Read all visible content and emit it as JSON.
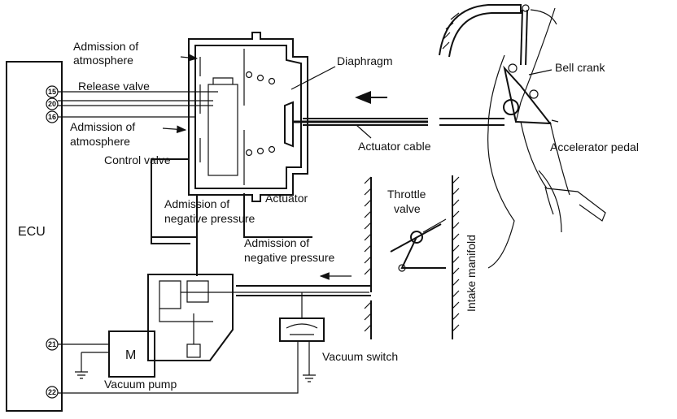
{
  "labels": {
    "ecu": "ECU",
    "admission_atmosphere_1_line1": "Admission of",
    "admission_atmosphere_1_line2": "atmosphere",
    "release_valve": "Release valve",
    "admission_atmosphere_2_line1": "Admission of",
    "admission_atmosphere_2_line2": "atmosphere",
    "control_valve": "Control valve",
    "diaphragm": "Diaphragm",
    "actuator_cable": "Actuator cable",
    "actuator": "Actuator",
    "admission_negative_1_line1": "Admission of",
    "admission_negative_1_line2": "negative pressure",
    "admission_negative_2_line1": "Admission of",
    "admission_negative_2_line2": "negative pressure",
    "bell_crank": "Bell crank",
    "accelerator_pedal": "Accelerator pedal",
    "throttle_valve_line1": "Throttle",
    "throttle_valve_line2": "valve",
    "intake_manifold": "Intake manifold",
    "motor": "M",
    "vacuum_pump": "Vacuum pump",
    "vacuum_switch": "Vacuum switch"
  },
  "pins": [
    "15",
    "20",
    "16",
    "21",
    "22"
  ]
}
